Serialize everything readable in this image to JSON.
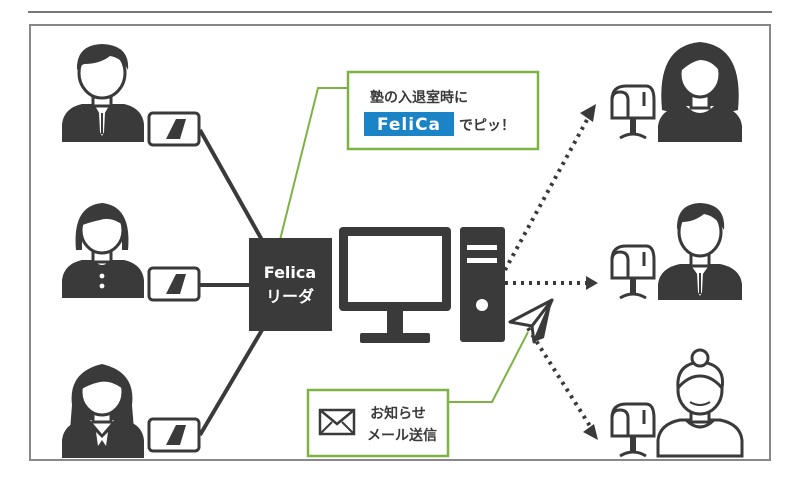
{
  "reader": {
    "line1": "Felica",
    "line2": "リーダ"
  },
  "callout_top": {
    "line1": "塾の入退室時に",
    "logo_text": "FeliCa",
    "suffix": "でピッ！"
  },
  "callout_bottom": {
    "line1": "お知らせ",
    "line2": "メール送信"
  },
  "colors": {
    "dark": "#3a3a3a",
    "green": "#7cb342",
    "frame": "#777777",
    "felica_blue": "#1b84c6"
  },
  "icons": {
    "students": [
      "student-boy-icon",
      "student-girl-icon",
      "student-girl-longhair-icon"
    ],
    "cards": [
      "felica-card-icon",
      "felica-card-icon",
      "felica-card-icon"
    ],
    "mailboxes": [
      "mailbox-icon",
      "mailbox-icon",
      "mailbox-icon"
    ],
    "parents": [
      "parent-mother-icon",
      "parent-father-icon",
      "parent-grandmother-icon"
    ],
    "computer": [
      "monitor-icon",
      "pc-tower-icon"
    ],
    "send": "paper-plane-icon",
    "mail": "envelope-icon"
  }
}
